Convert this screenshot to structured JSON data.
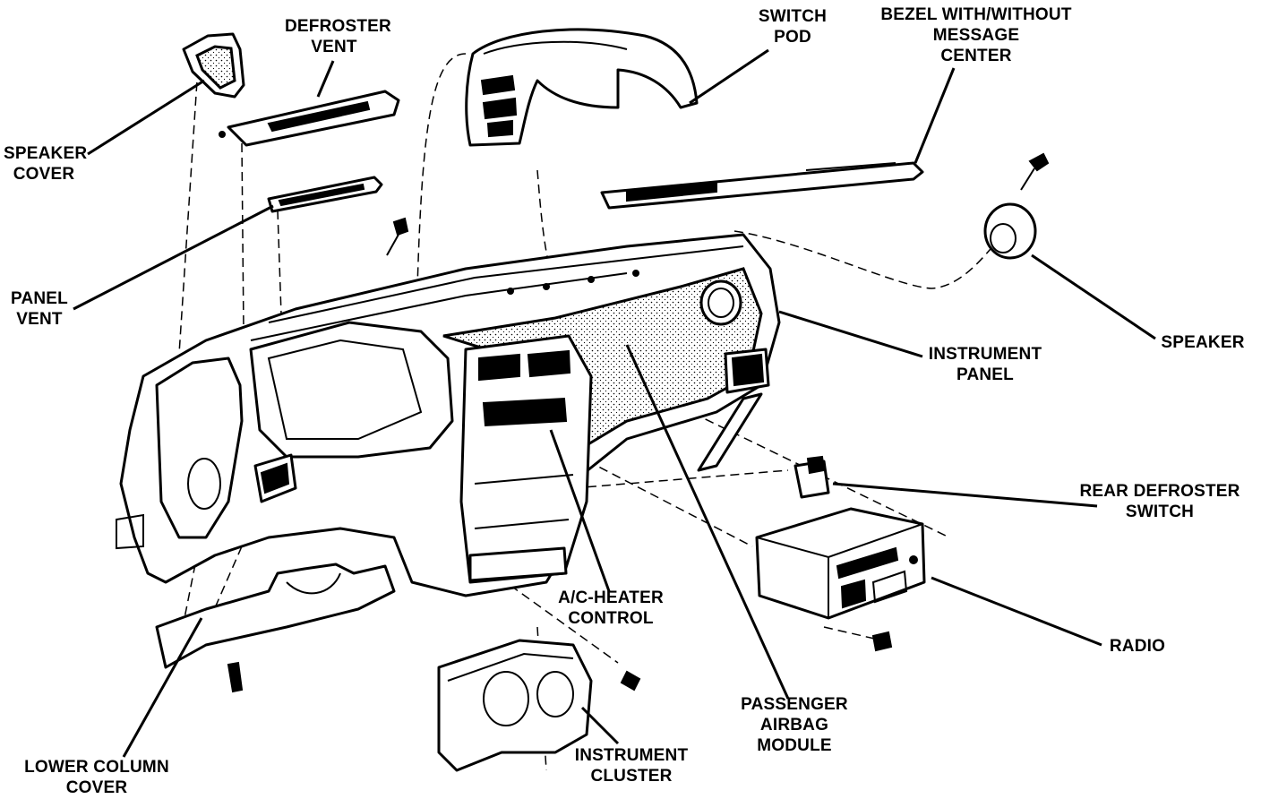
{
  "labels": {
    "speaker_cover": [
      "SPEAKER",
      "COVER"
    ],
    "defroster_vent": [
      "DEFROSTER",
      "VENT"
    ],
    "switch_pod": [
      "SWITCH",
      "POD"
    ],
    "bezel": [
      "BEZEL WITH/WITHOUT",
      "MESSAGE",
      "CENTER"
    ],
    "panel_vent": [
      "PANEL",
      "VENT"
    ],
    "speaker": [
      "SPEAKER"
    ],
    "instrument_panel": [
      "INSTRUMENT",
      "PANEL"
    ],
    "rear_defroster_switch": [
      "REAR DEFROSTER",
      "SWITCH"
    ],
    "radio": [
      "RADIO"
    ],
    "ac_heater_control": [
      "A/C-HEATER",
      "CONTROL"
    ],
    "passenger_airbag_module": [
      "PASSENGER",
      "AIRBAG",
      "MODULE"
    ],
    "instrument_cluster": [
      "INSTRUMENT",
      "CLUSTER"
    ],
    "lower_column_cover": [
      "LOWER COLUMN",
      "COVER"
    ]
  }
}
